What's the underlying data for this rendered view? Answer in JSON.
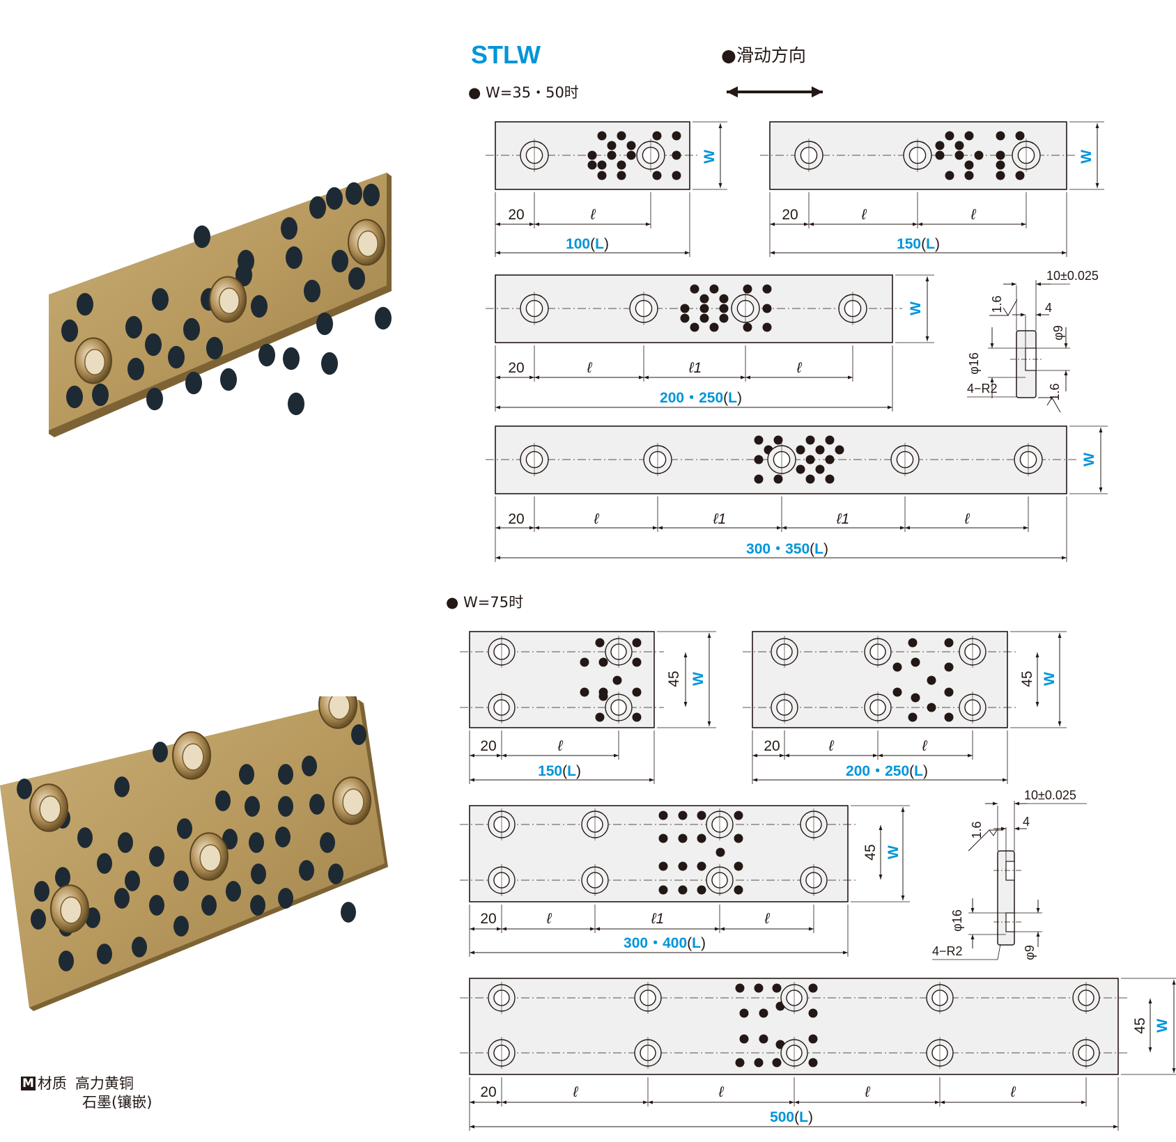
{
  "title": "STLW",
  "sliding_direction_label": "●滑动方向",
  "group1": {
    "heading": "● W=35・50时",
    "dims": {
      "w": "W",
      "edge": "20",
      "pitch": "ℓ",
      "pitch1": "ℓ1",
      "len_100": "100",
      "len_150": "150",
      "len_200_250": "200・250",
      "len_300_350": "300・350",
      "L": "L"
    }
  },
  "group2": {
    "heading": "● W=75时",
    "dims": {
      "w": "W",
      "h45": "45",
      "edge": "20",
      "pitch": "ℓ",
      "pitch1": "ℓ1",
      "len_150": "150",
      "len_200_250": "200・250",
      "len_300_400": "300・400",
      "len_500": "500",
      "L": "L"
    }
  },
  "section": {
    "tolerance": "10±0.025",
    "thickness_step": "4",
    "roughness": "1.6",
    "hole_small": "φ9",
    "hole_large": "φ16",
    "radius": "4−R2"
  },
  "material": {
    "badge": "M",
    "label": "材质",
    "value1": "高力黄铜",
    "value2": "石墨(镶嵌)"
  },
  "colors": {
    "accent": "#0095d9",
    "ink": "#231815",
    "plate": "#f0f0f0",
    "bronze": "#c9ae76"
  }
}
